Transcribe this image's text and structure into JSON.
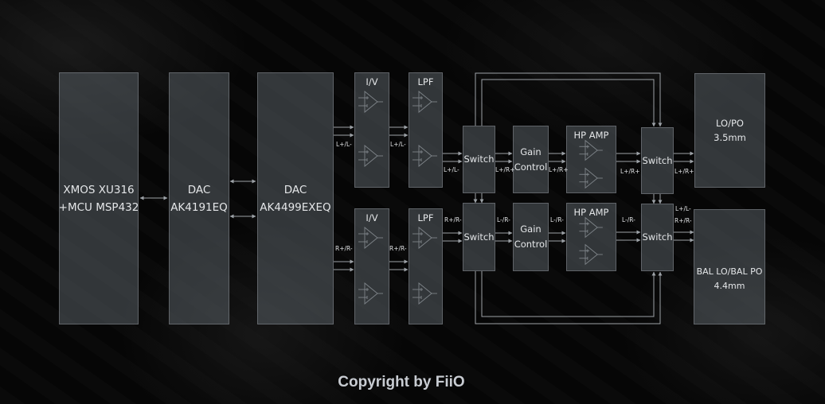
{
  "diagram": {
    "blocks": {
      "xmos": {
        "line1": "XMOS XU316",
        "line2": "+MCU MSP432"
      },
      "dac1": {
        "line1": "DAC",
        "line2": "AK4191EQ"
      },
      "dac2": {
        "line1": "DAC",
        "line2": "AK4499EXEQ"
      },
      "iv_top": {
        "title": "I/V"
      },
      "lpf_top": {
        "title": "LPF"
      },
      "iv_bot": {
        "title": "I/V"
      },
      "lpf_bot": {
        "title": "LPF"
      },
      "switch_top_left": {
        "label": "Switch"
      },
      "gain_top": {
        "line1": "Gain",
        "line2": "Control"
      },
      "hpamp_top": {
        "title": "HP AMP"
      },
      "switch_top_right": {
        "label": "Switch"
      },
      "switch_bot_left": {
        "label": "Switch"
      },
      "gain_bot": {
        "line1": "Gain",
        "line2": "Control"
      },
      "hpamp_bot": {
        "title": "HP AMP"
      },
      "switch_bot_right": {
        "label": "Switch"
      },
      "out_top": {
        "line1": "LO/PO",
        "line2": "3.5mm"
      },
      "out_bot": {
        "line1": "BAL LO/BAL PO",
        "line2": "4.4mm"
      }
    },
    "signals": {
      "dac_to_iv_top": "L+/L-",
      "iv_to_lpf_top": "L+/L-",
      "lpf_to_switch_top": "L+/L-",
      "switch_to_gain_top": "L+/R+",
      "gain_to_hp_top": "L+/R+",
      "hp_to_switch_top": "L+/R+",
      "switch_to_out_top": "L+/R+",
      "dac_to_iv_bot": "R+/R-",
      "iv_to_lpf_bot": "R+/R-",
      "lpf_to_switch_bot": "R+/R-",
      "switch_to_gain_bot": "L-/R-",
      "gain_to_hp_bot": "L-/R-",
      "hp_to_switch_bot": "L-/R-",
      "switch_to_out_bot_1": "L+/L-",
      "switch_to_out_bot_2": "R+/R-"
    },
    "icons": [
      "op-amp-icon",
      "bidirectional-arrow-icon",
      "arrow-right-icon",
      "arrow-down-icon",
      "arrow-up-icon"
    ]
  },
  "footer": {
    "copyright": "Copyright by FiiO"
  }
}
